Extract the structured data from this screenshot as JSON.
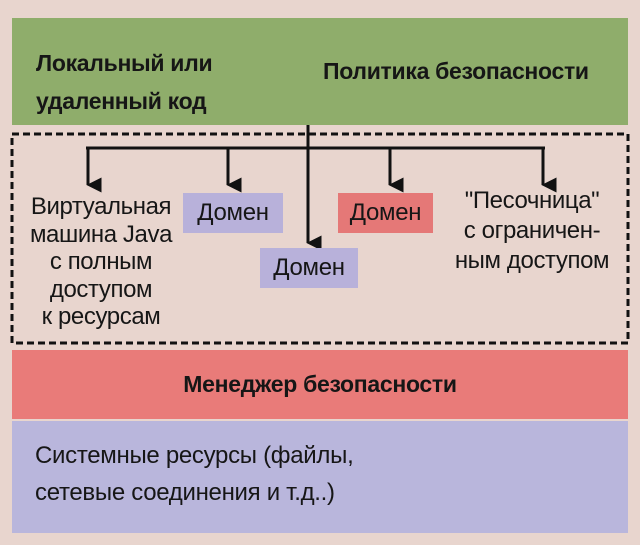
{
  "colors": {
    "background": "#e8d5ce",
    "top_band": "#8fad6b",
    "security_manager_band": "#e97b79",
    "system_resources_band": "#b9b6dc",
    "domain_blue": "#b8b1da",
    "domain_red": "#e57877",
    "lines": "#111111"
  },
  "top_band": {
    "left_line1": "Локальный или",
    "left_line2": "удаленный код",
    "right_text": "Политика безопасности"
  },
  "jvm": {
    "lines": [
      "Виртуальная",
      "машина Java",
      "с полным",
      "доступом",
      "к ресурсам"
    ]
  },
  "domains": [
    {
      "label": "Домен"
    },
    {
      "label": "Домен"
    },
    {
      "label": "Домен"
    }
  ],
  "sandbox": {
    "lines": [
      "\"Песочница\"",
      "с ограничен-",
      "ным доступом"
    ]
  },
  "security_manager": {
    "label": "Менеджер безопасности"
  },
  "system_resources": {
    "lines": [
      "Системные ресурсы (файлы,",
      "сетевые соединения и т.д..)"
    ]
  }
}
